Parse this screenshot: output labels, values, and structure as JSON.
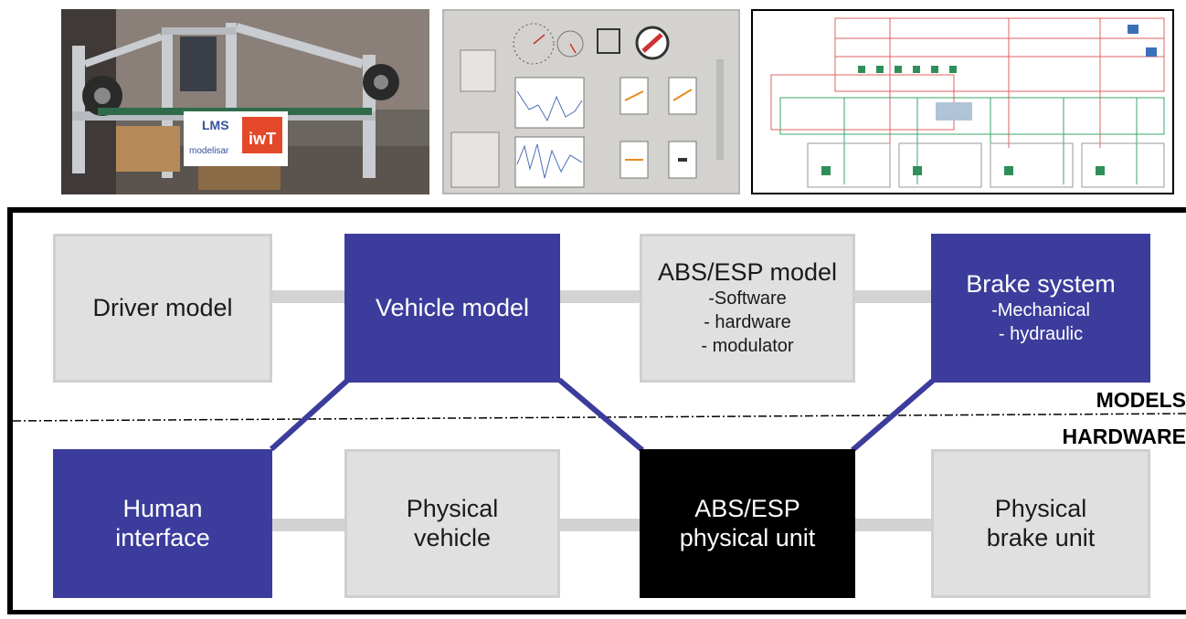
{
  "photos": {
    "rig_logo_lms": "LMS",
    "rig_logo_iwt": "iwT",
    "rig_logo_modelisar": "modelisar"
  },
  "layers": {
    "models": "MODELS",
    "hardware": "HARDWARE"
  },
  "blocks": {
    "driver_model": {
      "title": "Driver model"
    },
    "vehicle_model": {
      "title": "Vehicle model"
    },
    "abs_esp_model": {
      "title": "ABS/ESP model",
      "lines": [
        "-Software",
        "- hardware",
        "- modulator"
      ]
    },
    "brake_system": {
      "title": "Brake system",
      "lines": [
        "-Mechanical",
        "- hydraulic"
      ]
    },
    "human_interface": {
      "title_line1": "Human",
      "title_line2": "interface"
    },
    "physical_vehicle": {
      "title_line1": "Physical",
      "title_line2": "vehicle"
    },
    "abs_esp_unit": {
      "title_line1": "ABS/ESP",
      "title_line2": "physical unit"
    },
    "physical_brake": {
      "title_line1": "Physical",
      "title_line2": "brake unit"
    }
  },
  "colors": {
    "model_blue": "#3c3c9c",
    "gray_block": "#e0e0e0",
    "hw_black": "#000000",
    "connector_gray": "#d3d3d3"
  }
}
